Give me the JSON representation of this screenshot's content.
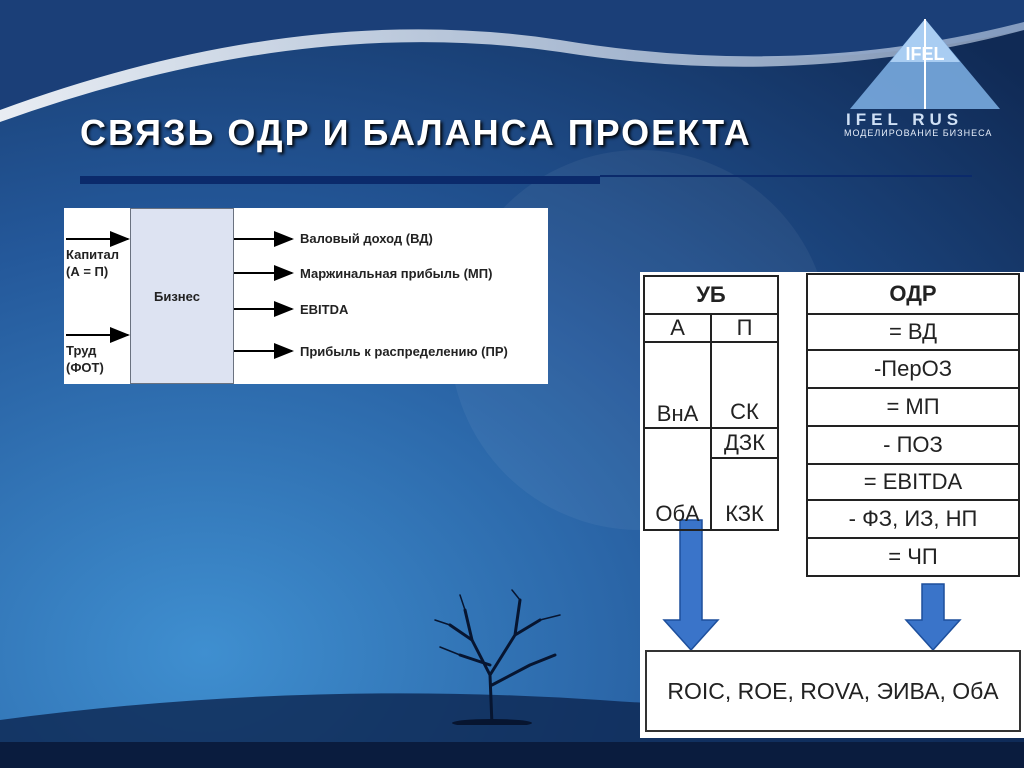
{
  "slide": {
    "title": "СВЯЗЬ ОДР И БАЛАНСА ПРОЕКТА",
    "logo": {
      "text": "IFEL RUS",
      "subtitle": "МОДЕЛИРОВАНИЕ БИЗНЕСА",
      "mark": "IFEL"
    },
    "colors": {
      "accent": "#0b2a6b",
      "arrow": "#3a74c9",
      "background": "#1a3c6e"
    }
  },
  "business_diagram": {
    "center_label": "Бизнес",
    "inputs": [
      "Капитал (А = П)",
      "Труд (ФОТ)"
    ],
    "input_lines": [
      [
        "Капитал",
        "(А = П)"
      ],
      [
        "Труд",
        "(ФОТ)"
      ]
    ],
    "outputs": [
      "Валовый доход (ВД)",
      "Маржинальная прибыль (МП)",
      "EBITDA",
      "Прибыль к распределению (ПР)"
    ]
  },
  "ub_table": {
    "header": "УБ",
    "col_a": "А",
    "col_p": "П",
    "a_items": [
      "ВнА",
      "ОбА"
    ],
    "p_items": [
      "СК",
      "ДЗК",
      "КЗК"
    ]
  },
  "odr_table": {
    "header": "ОДР",
    "rows": [
      "= ВД",
      "-ПерОЗ",
      "= МП",
      "- ПОЗ",
      "= EBITDA",
      "- ФЗ, ИЗ, НП",
      "= ЧП"
    ]
  },
  "result": {
    "text": "ROIC, ROE, ROVA, ЭИВА, ОбА"
  }
}
